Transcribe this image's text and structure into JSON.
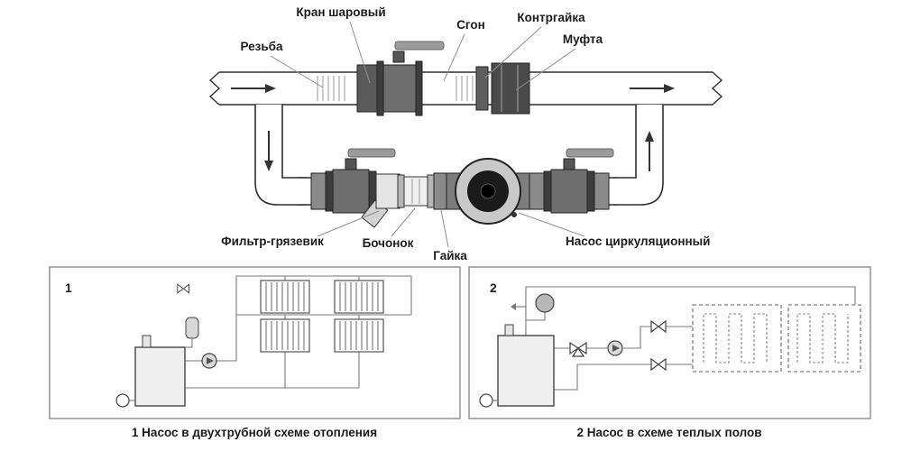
{
  "main_diagram": {
    "labels": {
      "ball_valve": "Кран шаровый",
      "sgon": "Сгон",
      "locknut": "Контргайка",
      "coupling": "Муфта",
      "thread": "Резьба",
      "filter": "Фильтр-грязевик",
      "barrel": "Бочонок",
      "nut": "Гайка",
      "pump": "Насос циркуляционный"
    }
  },
  "schemes": [
    {
      "number": "1",
      "caption": "1 Насос в двухтрубной схеме отопления"
    },
    {
      "number": "2",
      "caption": "2 Насос в схеме теплых полов"
    }
  ]
}
